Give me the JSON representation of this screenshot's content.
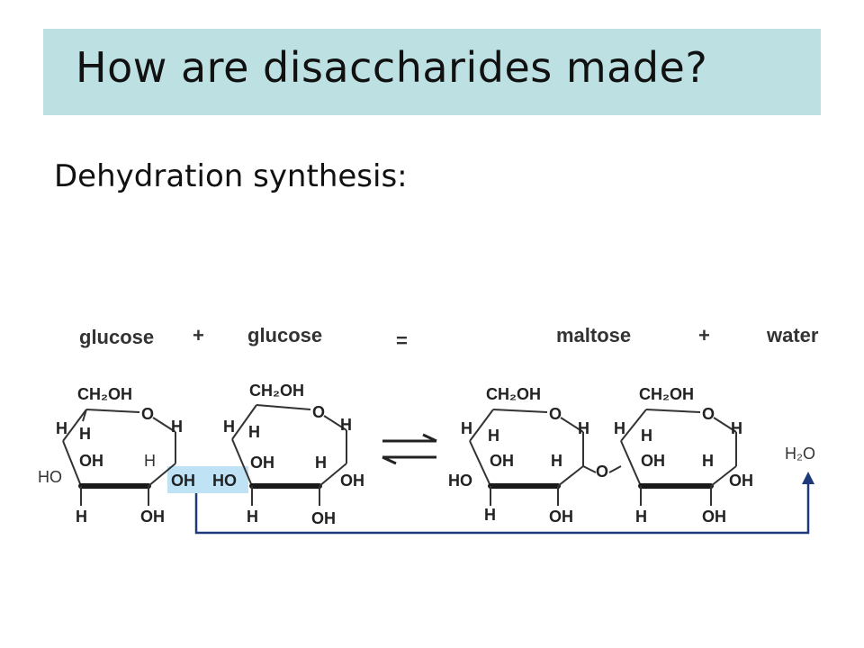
{
  "slide": {
    "title": "How are disaccharides made?",
    "subtitle": "Dehydration synthesis:"
  },
  "diagram": {
    "equation": {
      "reactant1": "glucose",
      "plus1": "+",
      "reactant2": "glucose",
      "equals": "=",
      "product1": "maltose",
      "plus2": "+",
      "product2": "water"
    },
    "atoms": {
      "ch2oh": "CH₂OH",
      "ring_o": "O",
      "h": "H",
      "oh": "OH",
      "ho": "HO",
      "bridge_o": "O",
      "h2o": "H₂O",
      "highlight_left": "OH",
      "highlight_right": "HO"
    },
    "colors": {
      "highlight": "#bfe3f5",
      "arrow_line": "#1f3a7a",
      "title_bg": "#bde0e3"
    }
  }
}
